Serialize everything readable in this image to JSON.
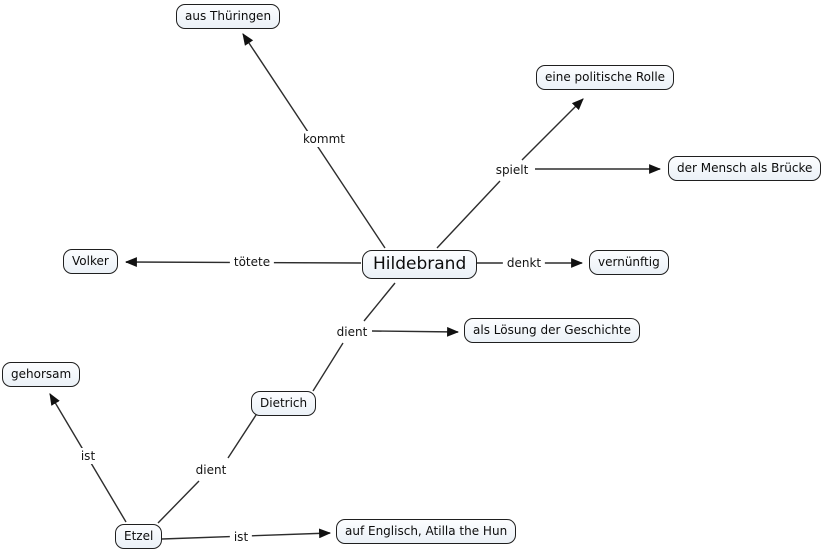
{
  "canvas": {
    "background_color": "#ffffff",
    "node_border_color": "#1f1f1f",
    "node_fill_top": "#fcfdff",
    "node_fill_bottom": "#ebf1f7",
    "line_color": "#2d2d2d",
    "text_color": "#0c0c0c"
  },
  "concepts": {
    "hildebrand": {
      "label": "Hildebrand"
    },
    "aus_thueringen": {
      "label": "aus Thüringen"
    },
    "eine_politische_rolle": {
      "label": "eine politische Rolle"
    },
    "der_mensch_als_bruecke": {
      "label": "der Mensch als Brücke"
    },
    "volker": {
      "label": "Volker"
    },
    "vernuenftig": {
      "label": "vernünftig"
    },
    "als_loesung_der_geschichte": {
      "label": "als Lösung der Geschichte"
    },
    "gehorsam": {
      "label": "gehorsam"
    },
    "dietrich": {
      "label": "Dietrich"
    },
    "etzel": {
      "label": "Etzel"
    },
    "auf_englisch_atilla_the_hun": {
      "label": "auf Englisch, Atilla the Hun"
    }
  },
  "links": {
    "kommt": {
      "label": "kommt"
    },
    "spielt": {
      "label": "spielt"
    },
    "toetete": {
      "label": "tötete"
    },
    "denkt": {
      "label": "denkt"
    },
    "dient_hildebrand": {
      "label": "dient"
    },
    "ist_gehorsam": {
      "label": "ist"
    },
    "dient_etzel": {
      "label": "dient"
    },
    "ist_atilla": {
      "label": "ist"
    }
  },
  "relations": [
    {
      "from": "Hildebrand",
      "link": "kommt",
      "to": "aus Thüringen",
      "arrow": true
    },
    {
      "from": "Hildebrand",
      "link": "spielt",
      "to": "eine politische Rolle",
      "arrow": true
    },
    {
      "from": "Hildebrand",
      "link": "spielt",
      "to": "der Mensch als Brücke",
      "arrow": true
    },
    {
      "from": "Hildebrand",
      "link": "tötete",
      "to": "Volker",
      "arrow": true
    },
    {
      "from": "Hildebrand",
      "link": "denkt",
      "to": "vernünftig",
      "arrow": true
    },
    {
      "from": "Hildebrand",
      "link": "dient",
      "to": "als Lösung der Geschichte",
      "arrow": true
    },
    {
      "from": "Dietrich",
      "link": "dient",
      "to": "Hildebrand",
      "arrow": false
    },
    {
      "from": "Etzel",
      "link": "dient",
      "to": "Dietrich",
      "arrow": false
    },
    {
      "from": "Etzel",
      "link": "ist",
      "to": "gehorsam",
      "arrow": true
    },
    {
      "from": "Etzel",
      "link": "ist",
      "to": "auf Englisch, Atilla the Hun",
      "arrow": true
    }
  ]
}
